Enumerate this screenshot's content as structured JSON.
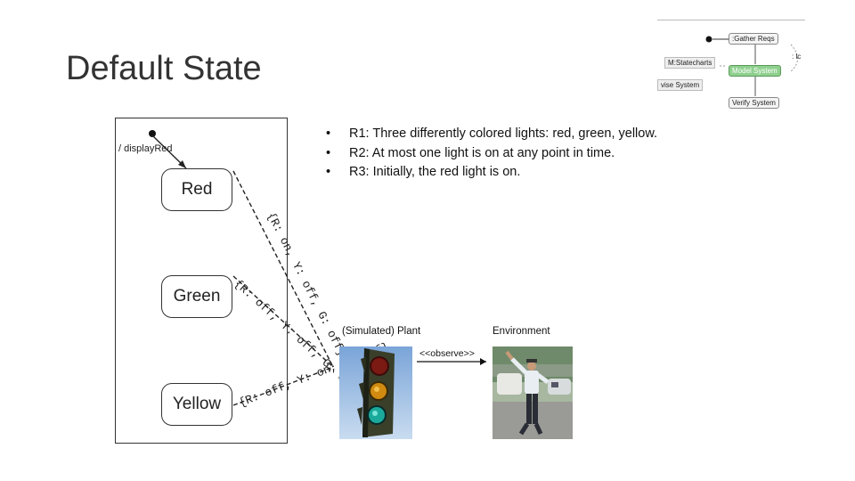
{
  "slide": {
    "title": "Default State"
  },
  "thumbnail": {
    "nodes": [
      ":Gather Reqs",
      ": lc",
      "M:Statecharts",
      "Model System",
      "vise System",
      "Verify System"
    ]
  },
  "statechart": {
    "initial_action": "/ displayRed",
    "states": [
      "Red",
      "Green",
      "Yellow"
    ],
    "transitions": [
      {
        "label": "{R: on, Y: off, G: off}"
      },
      {
        "label": "{R: off, Y: off, G: on}"
      },
      {
        "label": "{R: off, Y: on, G: off}"
      }
    ]
  },
  "requirements": [
    "R1: Three differently colored lights: red, green, yellow.",
    "R2: At most one light is on at any point in time.",
    "R3: Initially, the red light is on."
  ],
  "bullet_glyph": "•",
  "plant_section": {
    "plant_label": "(Simulated) Plant",
    "environment_label": "Environment",
    "relation_label": "<<observe>>"
  },
  "colors": {
    "red": "#c62828",
    "yellow": "#d4a300",
    "green": "#1aa99a",
    "thumb_green": "#8fd08f"
  }
}
